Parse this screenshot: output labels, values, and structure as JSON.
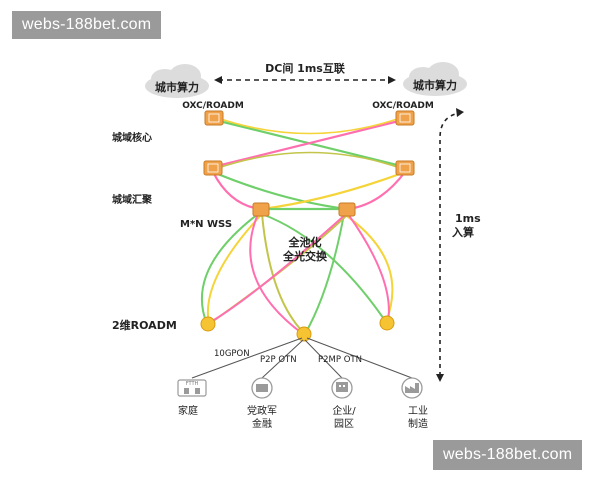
{
  "watermark_top": "webs-188bet.com",
  "watermark_bottom": "webs-188bet.com",
  "diagram": {
    "top_link": "DC间 1ms互联",
    "cloud_left": "城市算力",
    "cloud_right": "城市算力",
    "oxc_left": "OXC/ROADM",
    "oxc_right": "OXC/ROADM",
    "layer_core": "城域核心",
    "layer_agg": "城域汇聚",
    "wss": "M*N WSS",
    "pool_line1": "全池化",
    "pool_line2": "全光交换",
    "roadm": "2维ROADM",
    "latency_line1": "1ms",
    "latency_line2": "入算",
    "link_10gpon": "10GPON",
    "link_p2p": "P2P OTN",
    "link_p2mp": "P2MP OTN",
    "ftth": "FTTH",
    "user_home": "家庭",
    "user_gov_line1": "党政军",
    "user_gov_line2": "金融",
    "user_ent_line1": "企业/",
    "user_ent_line2": "园区",
    "user_ind_line1": "工业",
    "user_ind_line2": "制造"
  },
  "colors": {
    "node_orange": "#f0a24a",
    "node_yellow": "#f6c432",
    "link_pink": "#ff6fb0",
    "link_yellow": "#f5d43a",
    "link_green": "#6fcf6a",
    "link_olive": "#c2c54a",
    "cloud": "#d9d9d9",
    "icon_gray": "#9a9a9a"
  }
}
